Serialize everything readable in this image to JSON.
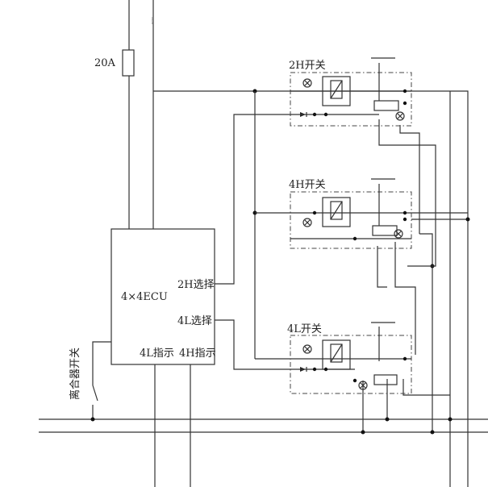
{
  "fuse": {
    "label": "20A"
  },
  "ecu": {
    "name": "4×4ECU",
    "pin_2h_select": "2H选择",
    "pin_4l_select": "4L选择",
    "pin_4l_indicator": "4L指示",
    "pin_4h_indicator": "4H指示"
  },
  "switches": {
    "sw_2h": "2H开关",
    "sw_4h": "4H开关",
    "sw_4l": "4L开关"
  },
  "clutch_switch": {
    "label": "离合器开关"
  }
}
